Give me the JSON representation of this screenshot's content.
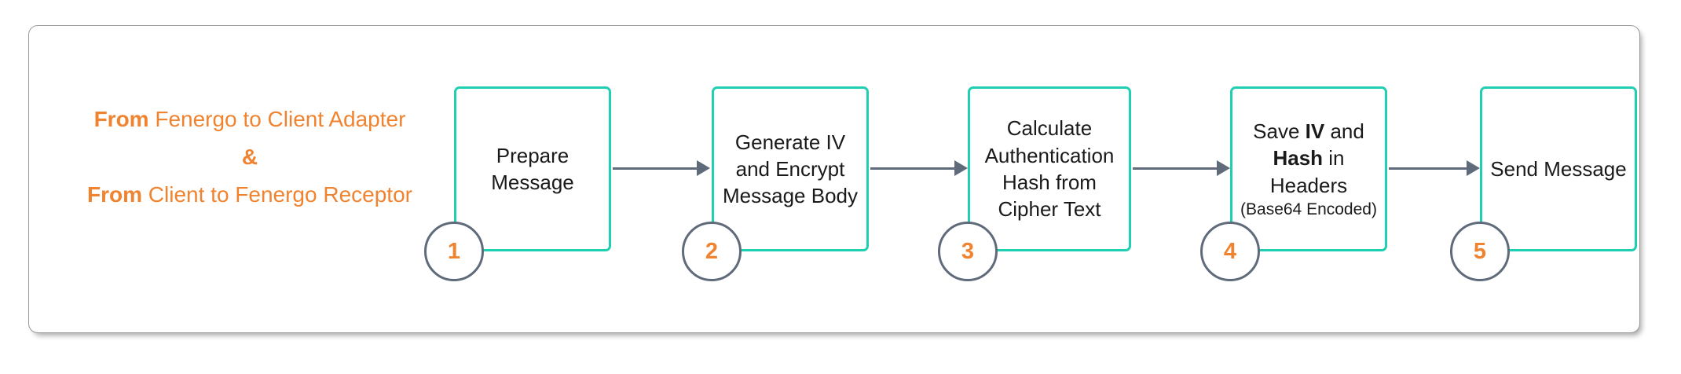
{
  "diagram": {
    "title_label": {
      "line1_bold": "From",
      "line1_rest": " Fenergo to Client Adapter",
      "line2": "&",
      "line3_bold": "From",
      "line3_rest": " Client to Fenergo Receptor"
    },
    "accent_colors": {
      "orange": "#f0832f",
      "teal": "#20cfb2",
      "gray": "#5f6b7a",
      "frame_border": "#9a9a9a"
    },
    "steps": [
      {
        "number": "1",
        "lines": [
          "Prepare",
          "Message"
        ],
        "sub": ""
      },
      {
        "number": "2",
        "lines": [
          "Generate IV",
          "and Encrypt",
          "Message Body"
        ],
        "sub": ""
      },
      {
        "number": "3",
        "lines": [
          "Calculate",
          "Authentication",
          "Hash from",
          "Cipher Text"
        ],
        "sub": ""
      },
      {
        "number": "4",
        "lines": [],
        "rich": true,
        "sub": "(Base64 Encoded)"
      },
      {
        "number": "5",
        "lines": [
          "Send Message"
        ],
        "sub": ""
      }
    ],
    "step4_text": {
      "l1_a": "Save ",
      "l1_b": "IV",
      "l1_c": " and",
      "l2_a": "Hash",
      "l2_b": " in",
      "l3": "Headers",
      "sub": "(Base64 Encoded)"
    }
  }
}
